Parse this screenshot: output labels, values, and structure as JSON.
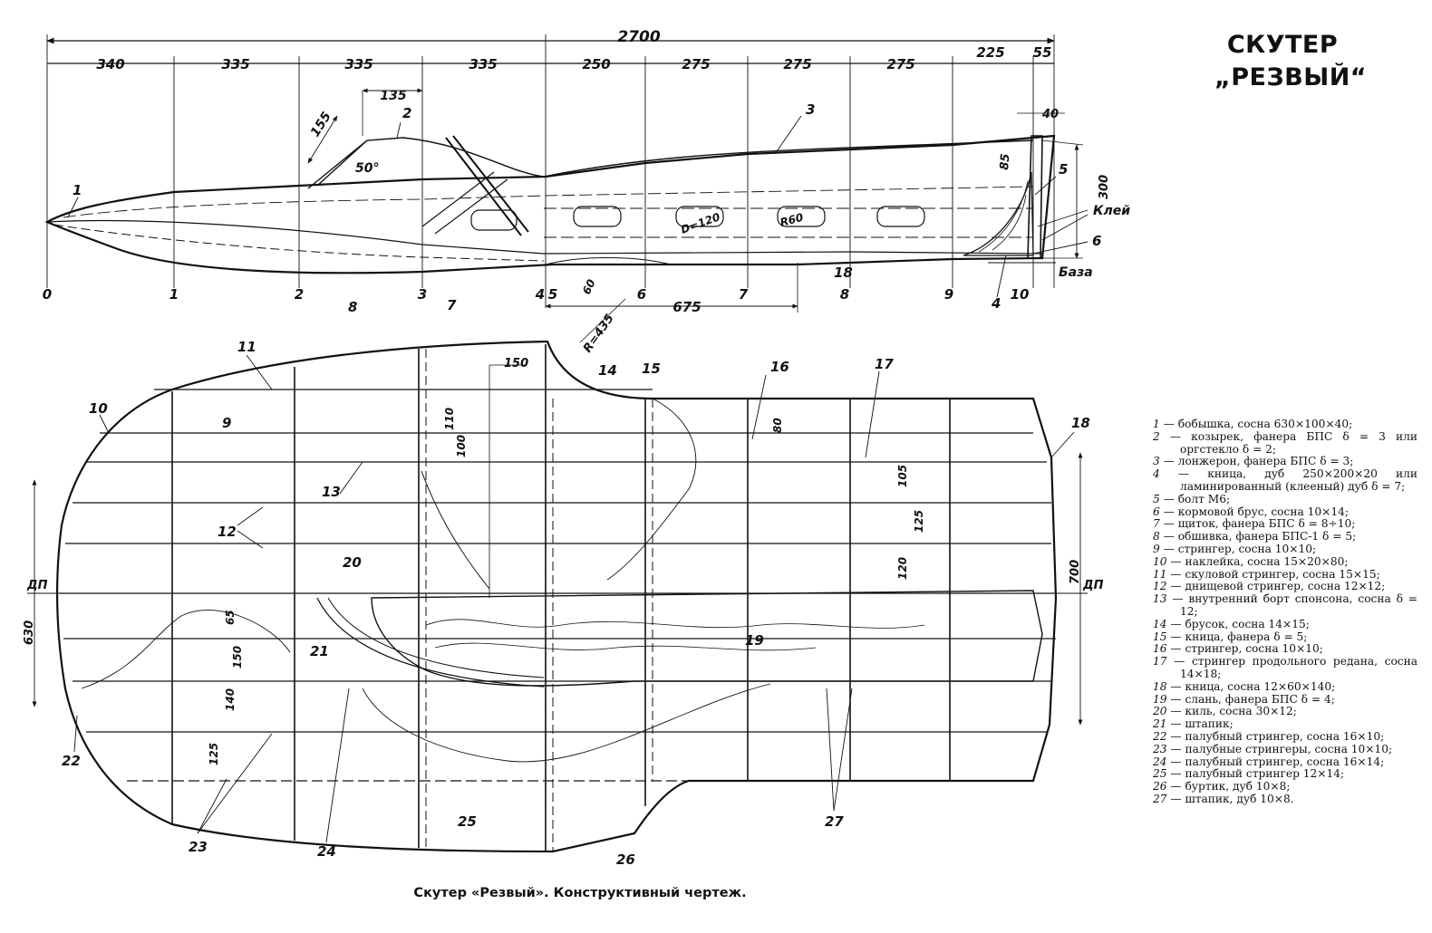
{
  "title": {
    "line1": "СКУТЕР",
    "line2": "„РЕЗВЫЙ“"
  },
  "caption": "Скутер «Резвый». Конструктивный чертеж.",
  "side_view": {
    "overall_length": "2700",
    "spacings": [
      "340",
      "335",
      "335",
      "335",
      "250",
      "275",
      "275",
      "275",
      "225",
      "55"
    ],
    "frame_numbers": [
      "0",
      "1",
      "2",
      "3",
      "4",
      "5",
      "6",
      "7",
      "8",
      "9",
      "10"
    ],
    "dims": {
      "visor_top": "135",
      "visor_side": "155",
      "visor_angle": "50°",
      "hole_diameter": "D=120",
      "hole_radius": "R60",
      "stern_top": "40",
      "stern_depth": "85",
      "stern_height": "300",
      "step_length": "675",
      "step_depth": "60"
    },
    "glue_label": "Клей",
    "base_label": "База",
    "callouts": [
      "1",
      "2",
      "3",
      "4",
      "5",
      "6",
      "7",
      "8",
      "18"
    ]
  },
  "plan_view": {
    "dims": {
      "radius": "R=435",
      "width_150": "150",
      "d110": "110",
      "d100": "100",
      "d80": "80",
      "d105": "105",
      "d125a": "125",
      "d120": "120",
      "width_700": "700",
      "width_630": "630",
      "d65": "65",
      "d150": "150",
      "d140": "140",
      "d125b": "125"
    },
    "dp_label": "ДП",
    "callouts": [
      "9",
      "10",
      "11",
      "12",
      "13",
      "14",
      "15",
      "16",
      "17",
      "18",
      "19",
      "20",
      "21",
      "22",
      "23",
      "24",
      "25",
      "26",
      "27"
    ]
  },
  "legend": [
    {
      "num": "1",
      "text": "— бобышка, сосна 630×100×40;"
    },
    {
      "num": "2",
      "text": "— козырек, фанера БПС δ = 3 или оргстекло δ = 2;"
    },
    {
      "num": "3",
      "text": "— лонжерон, фанера БПС δ = 3;"
    },
    {
      "num": "4",
      "text": "— кница, дуб 250×200×20 или ламинированный (клееный) дуб δ = 7;"
    },
    {
      "num": "5",
      "text": "— болт М6;"
    },
    {
      "num": "6",
      "text": "— кормовой брус, сосна 10×14;"
    },
    {
      "num": "7",
      "text": "— щиток, фанера БПС δ = 8÷10;"
    },
    {
      "num": "8",
      "text": "— обшивка, фанера БПС-1 δ = 5;"
    },
    {
      "num": "9",
      "text": "— стрингер, сосна 10×10;"
    },
    {
      "num": "10",
      "text": "— наклейка, сосна 15×20×80;"
    },
    {
      "num": "11",
      "text": "— скуловой стрингер, сосна 15×15;"
    },
    {
      "num": "12",
      "text": "— днищевой стрингер, сосна 12×12;"
    },
    {
      "num": "13",
      "text": "— внутренний борт спонсона, сосна δ = 12;"
    },
    {
      "num": "14",
      "text": "— брусок, сосна 14×15;"
    },
    {
      "num": "15",
      "text": "— кница, фанера δ = 5;"
    },
    {
      "num": "16",
      "text": "— стрингер, сосна 10×10;"
    },
    {
      "num": "17",
      "text": "— стрингер продольного редана, сосна 14×18;"
    },
    {
      "num": "18",
      "text": "— кница, сосна 12×60×140;"
    },
    {
      "num": "19",
      "text": "— слань, фанера БПС δ = 4;"
    },
    {
      "num": "20",
      "text": "— киль, сосна 30×12;"
    },
    {
      "num": "21",
      "text": "— штапик;"
    },
    {
      "num": "22",
      "text": "— палубный стрингер, сосна 16×10;"
    },
    {
      "num": "23",
      "text": "— палубные стрингеры, сосна 10×10;"
    },
    {
      "num": "24",
      "text": "— палубный стрингер, сосна 16×14;"
    },
    {
      "num": "25",
      "text": "— палубный стрингер 12×14;"
    },
    {
      "num": "26",
      "text": "— буртик, дуб 10×8;"
    },
    {
      "num": "27",
      "text": "— штапик, дуб 10×8."
    }
  ]
}
